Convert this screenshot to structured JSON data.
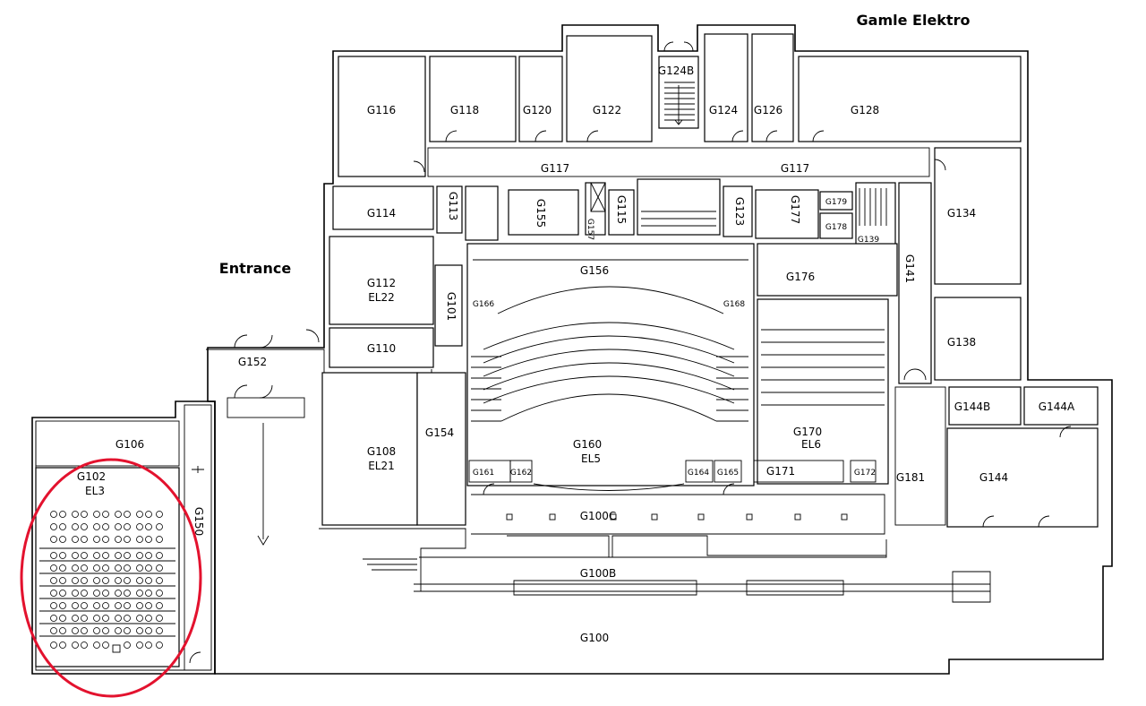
{
  "building_title": "Gamle Elektro",
  "entrance_label": "Entrance",
  "highlight_color": "#e3122e",
  "rooms": {
    "G116": "G116",
    "G118": "G118",
    "G120": "G120",
    "G122": "G122",
    "G124B": "G124B",
    "G124": "G124",
    "G126": "G126",
    "G128": "G128",
    "G117a": "G117",
    "G117b": "G117",
    "G114": "G114",
    "G113": "G113",
    "G155": "G155",
    "G157": "G157",
    "G115": "G115",
    "G123": "G123",
    "G177": "G177",
    "G179": "G179",
    "G178": "G178",
    "G139": "G139",
    "G134": "G134",
    "G141": "G141",
    "G112": "G112",
    "EL22": "EL22",
    "G101": "G101",
    "G166": "G166",
    "G156": "G156",
    "G168": "G168",
    "G176": "G176",
    "G138": "G138",
    "G110": "G110",
    "G152": "G152",
    "G144B": "G144B",
    "G144A": "G144A",
    "G106": "G106",
    "G108": "G108",
    "EL21": "EL21",
    "G154": "G154",
    "G160": "G160",
    "EL5": "EL5",
    "G170": "G170",
    "EL6": "EL6",
    "G144": "G144",
    "G102": "G102",
    "EL3": "EL3",
    "G181": "G181",
    "G161": "G161",
    "G162": "G162",
    "G164": "G164",
    "G165": "G165",
    "G171": "G171",
    "G172": "G172",
    "G150": "G150",
    "G100C": "G100C",
    "G100B": "G100B",
    "G100": "G100"
  }
}
